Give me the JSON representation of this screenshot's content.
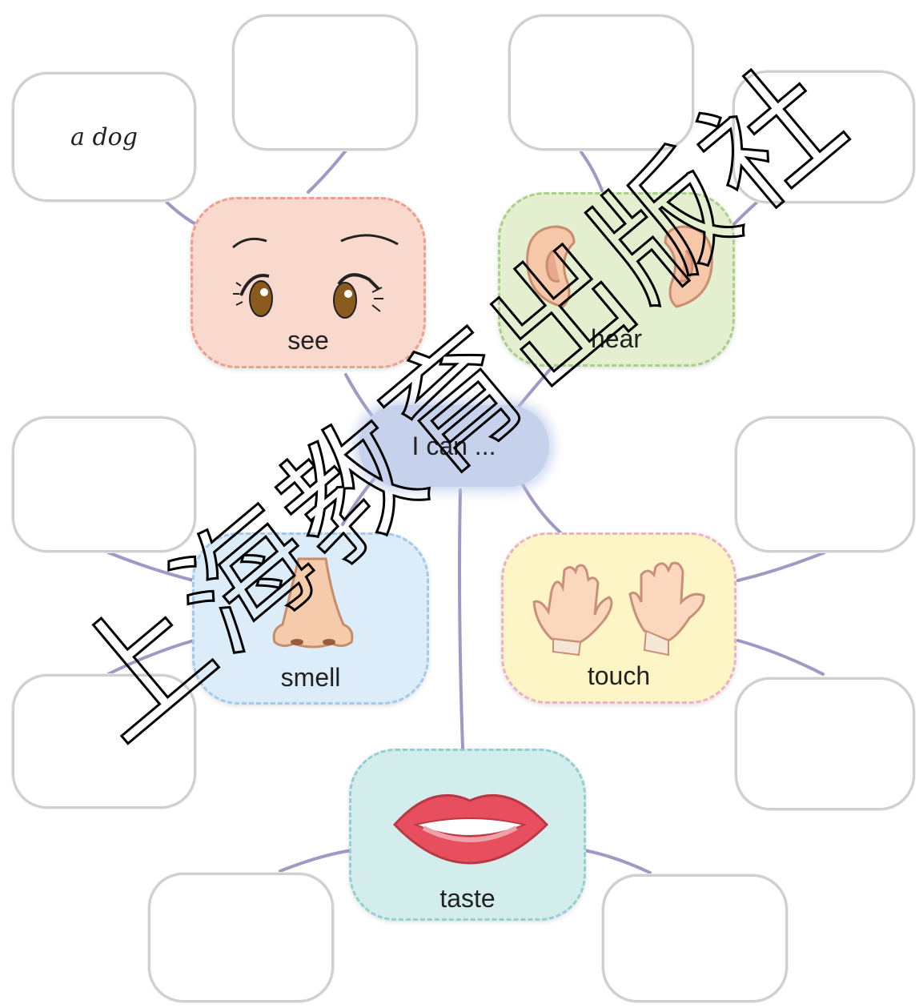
{
  "center": {
    "label": "I can ..."
  },
  "senses": {
    "see": {
      "label": "see",
      "color": "#f9d8cd",
      "border": "#ef9e8c"
    },
    "hear": {
      "label": "hear",
      "color": "#e3efcf",
      "border": "#a9d08a"
    },
    "smell": {
      "label": "smell",
      "color": "#dcecf9",
      "border": "#a3c9ec"
    },
    "touch": {
      "label": "touch",
      "color": "#fdf5c6",
      "border": "#eab0cc"
    },
    "taste": {
      "label": "taste",
      "color": "#d3ecec",
      "border": "#93cfd0"
    }
  },
  "answers": {
    "see_1": "a dog",
    "see_2": "",
    "hear_1": "",
    "hear_2": "",
    "smell_1": "",
    "smell_2": "",
    "touch_1": "",
    "touch_2": "",
    "taste_1": "",
    "taste_2": ""
  },
  "watermark": {
    "text": "上海教育出版社",
    "color": "#000000"
  },
  "line_color": "#8a7eb6"
}
